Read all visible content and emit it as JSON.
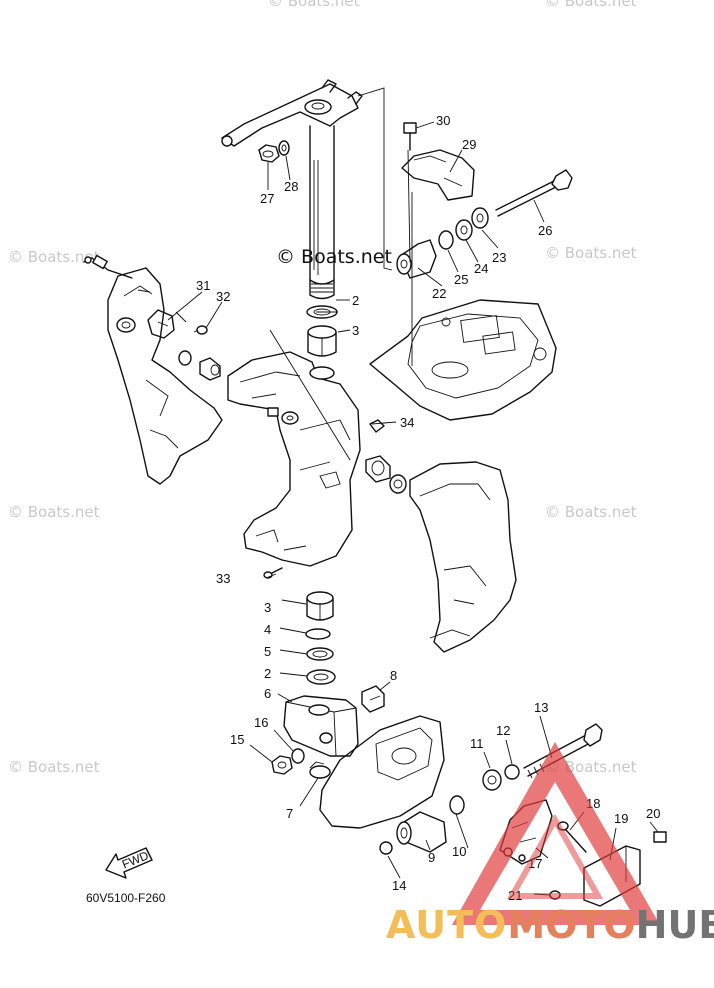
{
  "diagram_code": "60V5100-F260",
  "fwd_label": "FWD",
  "watermarks": {
    "boats": "© Boats.net",
    "center": "© Boats.net"
  },
  "logo": {
    "part1": "AUTO",
    "part2": "MOTO",
    "part3": "HUB",
    "colors": {
      "auto": "#f2b33a",
      "moto": "#e06a3f",
      "hub": "#5b5b5b",
      "triangle": "#e03a3a"
    }
  },
  "callouts": {
    "c2a": "2",
    "c3a": "3",
    "c4": "4",
    "c5": "5",
    "c2b": "2",
    "c6": "6",
    "c3b": "3",
    "c7": "7",
    "c8": "8",
    "c9": "9",
    "c10": "10",
    "c11": "11",
    "c12": "12",
    "c13": "13",
    "c14": "14",
    "c15": "15",
    "c16": "16",
    "c17": "17",
    "c18": "18",
    "c19": "19",
    "c20": "20",
    "c21": "21",
    "c22": "22",
    "c23": "23",
    "c24": "24",
    "c25": "25",
    "c26": "26",
    "c27": "27",
    "c28": "28",
    "c29": "29",
    "c30": "30",
    "c31": "31",
    "c32": "32",
    "c33": "33",
    "c34": "34"
  }
}
